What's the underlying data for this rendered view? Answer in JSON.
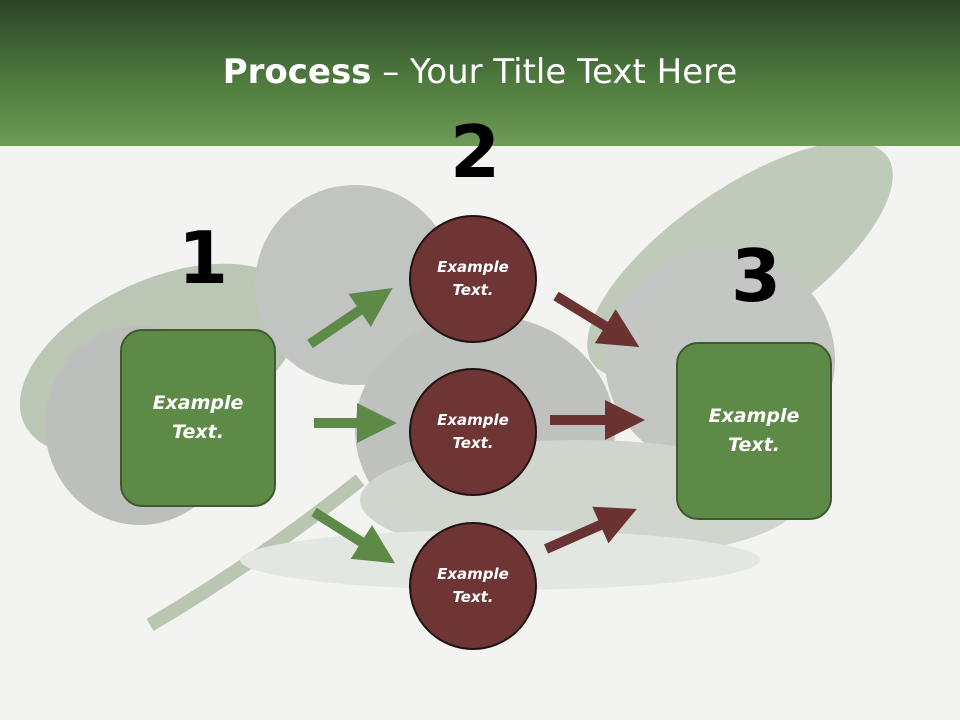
{
  "slide": {
    "title_bold": "Process",
    "title_rest": " – Your Title Text Here",
    "numbers": {
      "one": "1",
      "two": "2",
      "three": "3"
    },
    "left_box": {
      "line1": "Example",
      "line2": "Text."
    },
    "right_box": {
      "line1": "Example",
      "line2": "Text."
    },
    "circles": [
      {
        "line1": "Example",
        "line2": "Text."
      },
      {
        "line1": "Example",
        "line2": "Text."
      },
      {
        "line1": "Example",
        "line2": "Text."
      }
    ]
  },
  "colors": {
    "header_dark": "#2b4426",
    "header_light": "#6e9b55",
    "green_box": "#5e8a48",
    "circle_fill": "#6e3534",
    "green_arrow": "#5e8a48",
    "red_arrow": "#6a3332"
  }
}
